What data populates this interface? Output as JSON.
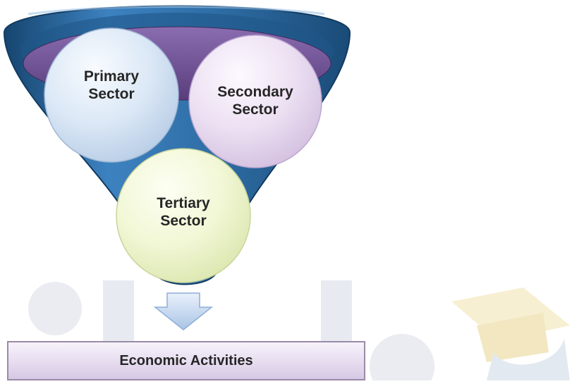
{
  "diagram": {
    "sectors": [
      {
        "line1": "Primary",
        "line2": "Sector"
      },
      {
        "line1": "Secondary",
        "line2": "Sector"
      },
      {
        "line1": "Tertiary",
        "line2": "Sector"
      }
    ],
    "result": "Economic Activities"
  },
  "colors": {
    "funnel": "#2f6ea6",
    "funnel_inner": "#6b4c8f",
    "primary_circle": "#dbe8f6",
    "secondary_circle": "#ece0f2",
    "tertiary_circle": "#f2f7d6",
    "arrow": "#c7d9ef",
    "result_box": "#e6dcef",
    "watermark": "#e3e7ee",
    "watermark_cap": "#f6edc9"
  },
  "icons": [
    "down-arrow-icon",
    "graduation-cap-watermark"
  ]
}
